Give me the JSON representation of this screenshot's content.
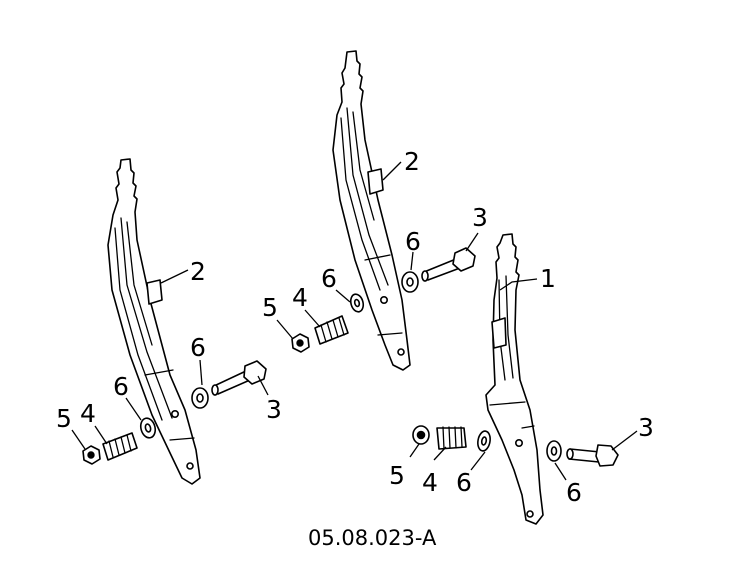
{
  "figure_id": "05.08.023-A",
  "callouts": {
    "bracket": "1",
    "lever": "2",
    "pivot_bolt": "3",
    "spring": "4",
    "nut": "5",
    "washer": "6"
  }
}
